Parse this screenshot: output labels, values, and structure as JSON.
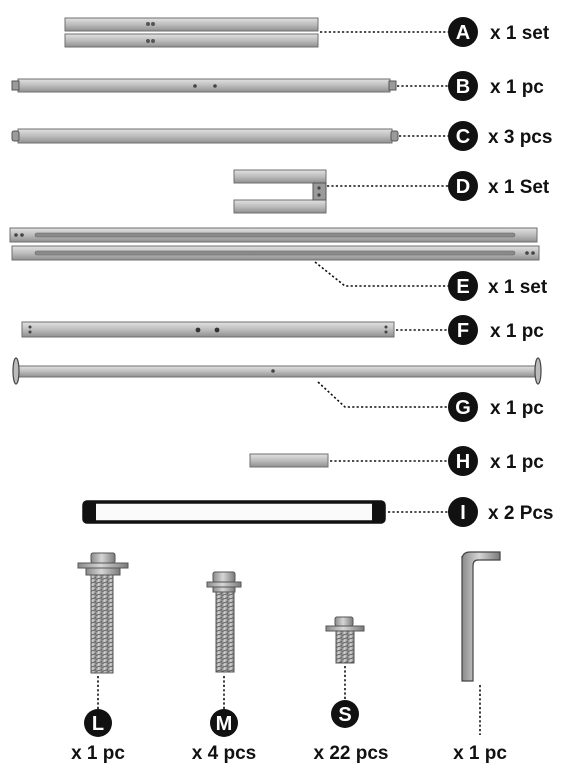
{
  "parts": [
    {
      "letter": "A",
      "qty": "x 1 set"
    },
    {
      "letter": "B",
      "qty": "x 1 pc"
    },
    {
      "letter": "C",
      "qty": "x 3 pcs"
    },
    {
      "letter": "D",
      "qty": "x 1 Set"
    },
    {
      "letter": "E",
      "qty": "x 1 set"
    },
    {
      "letter": "F",
      "qty": "x 1 pc"
    },
    {
      "letter": "G",
      "qty": "x 1 pc"
    },
    {
      "letter": "H",
      "qty": "x 1 pc"
    },
    {
      "letter": "I",
      "qty": "x 2 Pcs"
    }
  ],
  "hardware": [
    {
      "letter": "L",
      "qty": "x 1 pc"
    },
    {
      "letter": "M",
      "qty": "x 4 pcs"
    },
    {
      "letter": "S",
      "qty": "x 22 pcs"
    },
    {
      "letter": "",
      "qty": "x 1 pc"
    }
  ],
  "colors": {
    "metal": "#bdbdbd",
    "metal_edge": "#6f6f6f",
    "badge": "#111111"
  }
}
